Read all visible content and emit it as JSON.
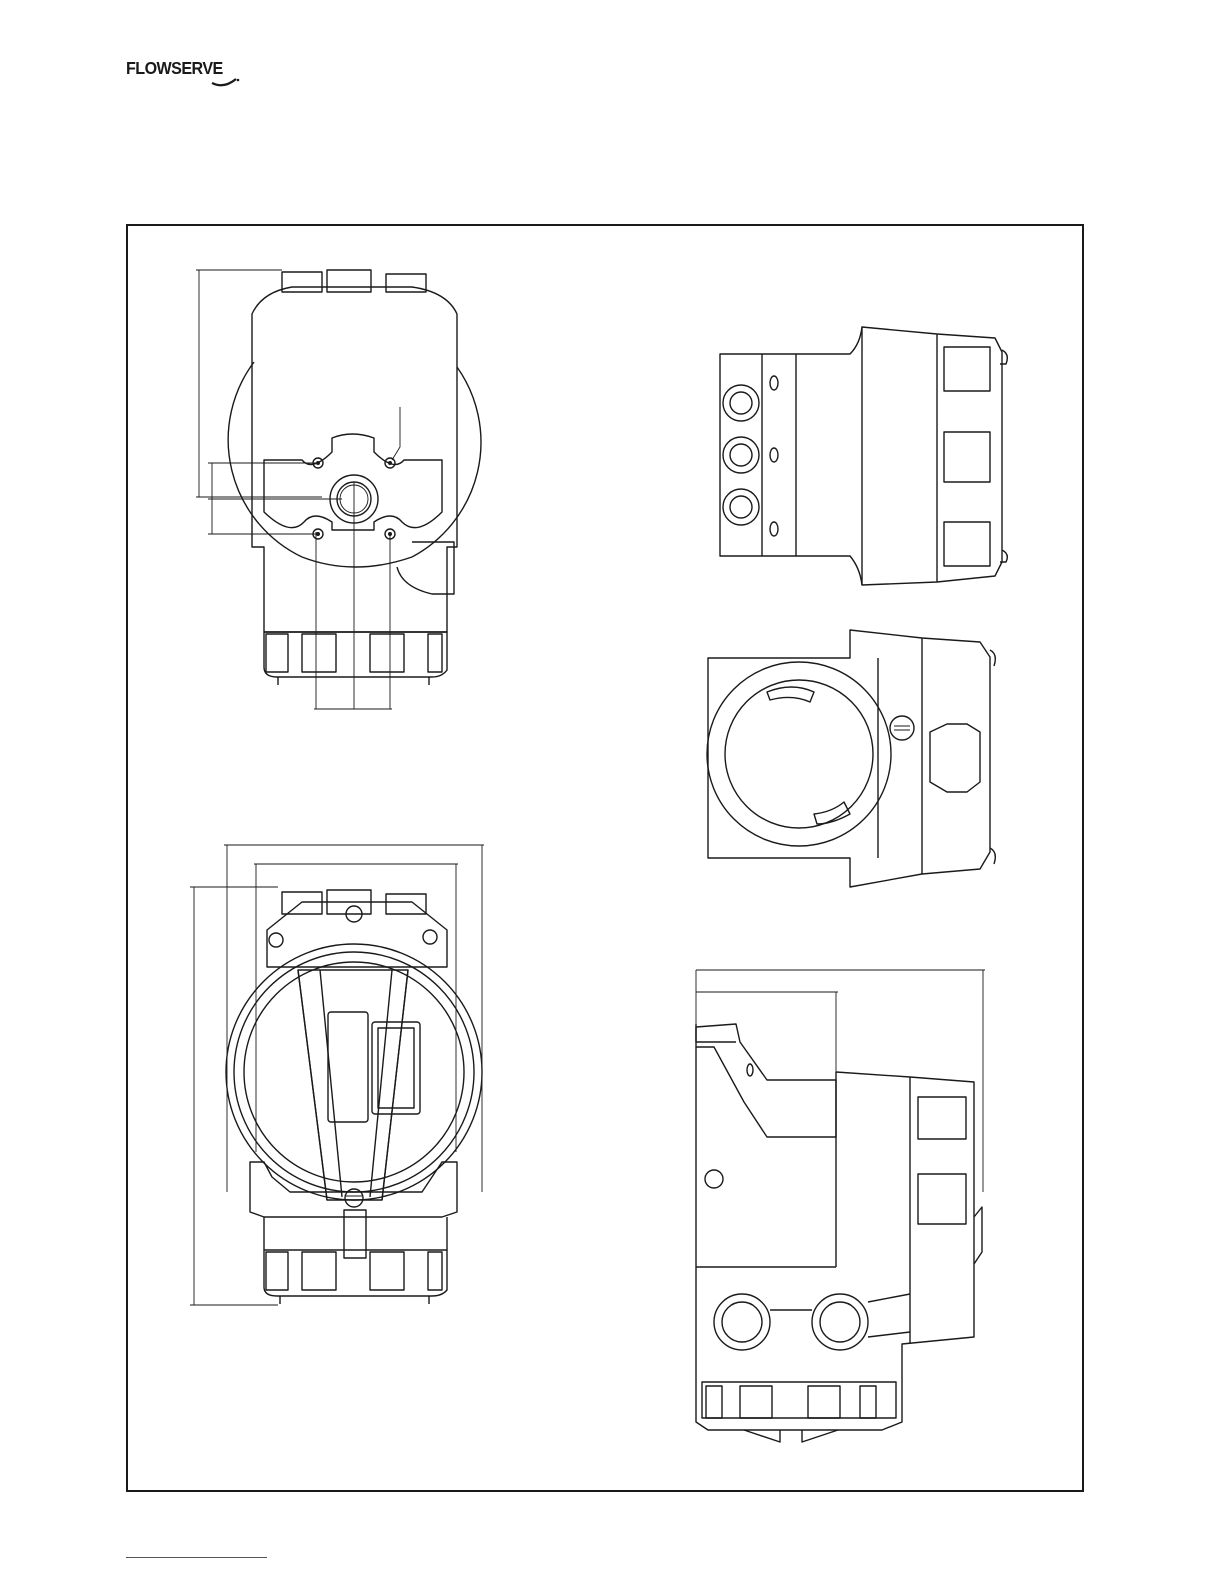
{
  "header": {
    "logo_text": "FLOWSERVE",
    "logo_mark": "registered-mark"
  },
  "drawing": {
    "views": [
      {
        "id": "front-view-cover-removed"
      },
      {
        "id": "side-view-conduit-ports"
      },
      {
        "id": "top-view-housing"
      },
      {
        "id": "front-view-open-housing"
      },
      {
        "id": "side-view-housing-dimensions"
      }
    ],
    "colors": {
      "line": "#1a1a1a",
      "background": "#ffffff",
      "footer_rule": "#3b4fb8"
    }
  }
}
